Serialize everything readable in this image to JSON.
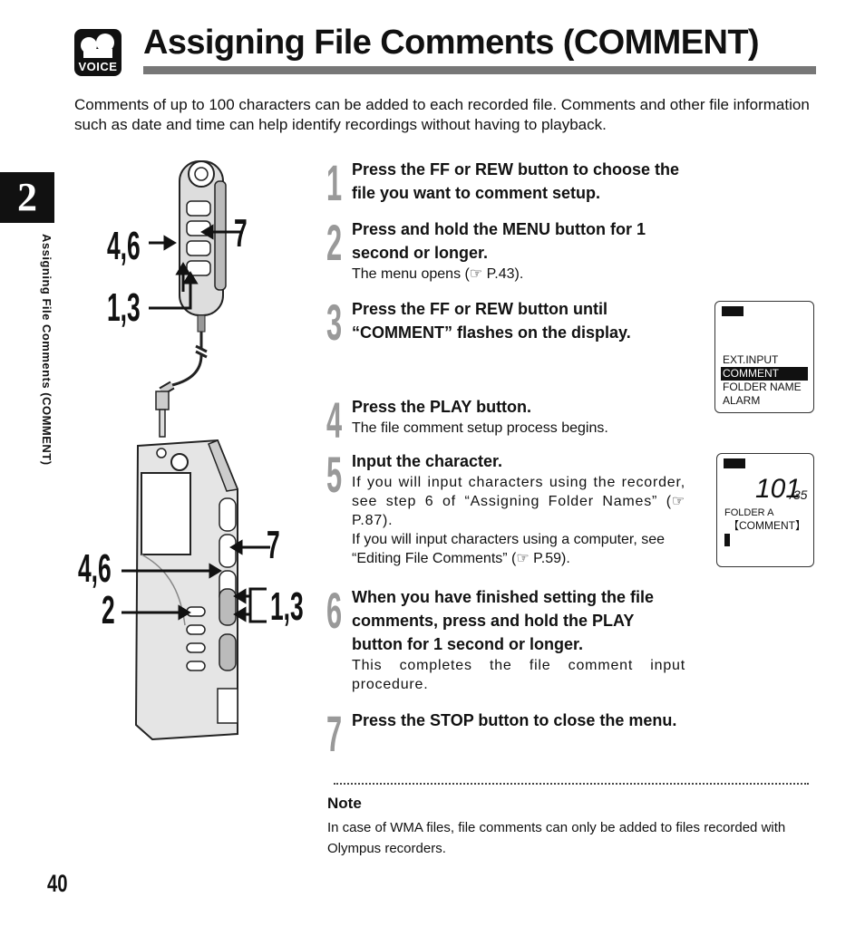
{
  "header": {
    "voice_badge": "VOICE",
    "title": "Assigning File Comments (COMMENT)",
    "intro": "Comments of up to 100 characters can be added to each recorded file. Comments and other file information such as date and time can help identify recordings without having to playback."
  },
  "chapter": {
    "number": "2",
    "side_label": "Assigning File Comments (COMMENT)"
  },
  "callouts": {
    "remote_7": "7",
    "remote_46": "4,6",
    "remote_13": "1,3",
    "rec_7": "7",
    "rec_46": "4,6",
    "rec_2": "2",
    "rec_13": "1,3"
  },
  "steps": [
    {
      "num": "1",
      "heading": "Press the FF or REW button to choose the file you want to comment setup.",
      "desc": ""
    },
    {
      "num": "2",
      "heading": "Press and hold the MENU button for 1 second or longer.",
      "desc": "The menu opens (☞ P.43)."
    },
    {
      "num": "3",
      "heading": "Press the FF or REW button until “COMMENT” flashes on the display.",
      "desc": ""
    },
    {
      "num": "4",
      "heading": "Press the PLAY button.",
      "desc": "The file comment setup process begins."
    },
    {
      "num": "5",
      "heading": "Input the character.",
      "desc": "If you will input characters using the recorder, see step 6 of “Assigning Folder Names” (☞ P.87).",
      "desc2": "If you will input characters using a computer, see “Editing File Comments” (☞ P.59)."
    },
    {
      "num": "6",
      "heading": "When you have finished setting the file comments, press and hold the PLAY button for 1 second or longer.",
      "desc": "This completes the file comment input procedure."
    },
    {
      "num": "7",
      "heading": "Press the STOP button to close the menu.",
      "desc": ""
    }
  ],
  "lcd_menu": {
    "items": [
      "EXT.INPUT",
      "COMMENT",
      "FOLDER NAME",
      "ALARM"
    ]
  },
  "lcd_comment": {
    "counter": "101",
    "total": "/35",
    "folder": "FOLDER A",
    "comment": "【COMMENT】"
  },
  "note": {
    "title": "Note",
    "text": "In case of WMA files, file comments can only be added to files recorded with Olympus recorders."
  },
  "page_number": "40"
}
